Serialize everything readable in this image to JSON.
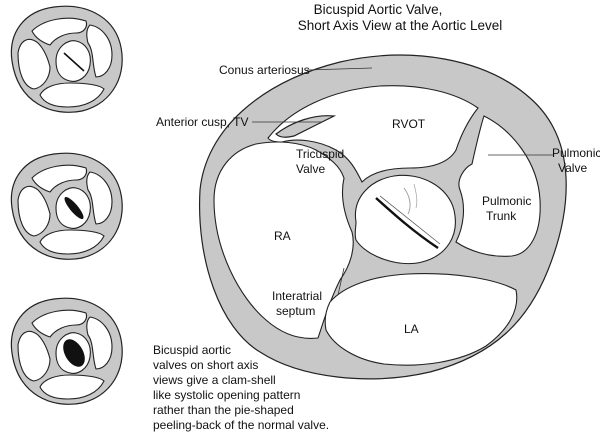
{
  "title_line1": "Bicuspid Aortic Valve,",
  "title_line2": "Short Axis View at the Aortic Level",
  "labels": {
    "conus": "Conus arteriosus",
    "anterior_cusp": "Anterior cusp, TV",
    "rvot": "RVOT",
    "tricuspid_line1": "Tricuspid",
    "tricuspid_line2": "Valve",
    "pulmonic_valve_line1": "Pulmonic",
    "pulmonic_valve_line2": "Valve",
    "pulmonic_trunk_line1": "Pulmonic",
    "pulmonic_trunk_line2": "Trunk",
    "ra": "RA",
    "interatrial_line1": "Interatrial",
    "interatrial_line2": "septum",
    "la": "LA"
  },
  "caption": [
    "Bicuspid aortic",
    "valves on short axis",
    "views give a clam-shell",
    "like systolic opening pattern",
    "rather than the pie-shaped",
    "peeling-back of the normal valve."
  ],
  "colors": {
    "tissue": "#c8c8c8",
    "outline": "#222222",
    "lumen": "#ffffff"
  }
}
